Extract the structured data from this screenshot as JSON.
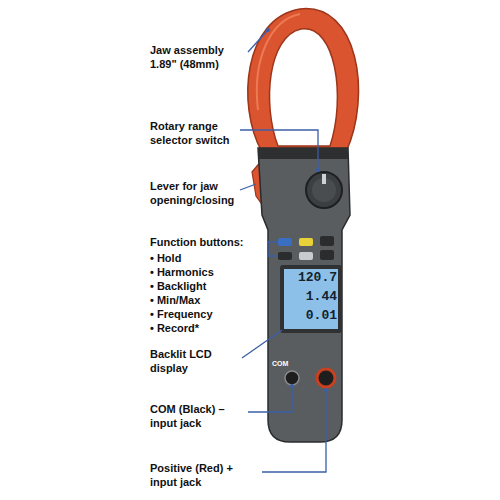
{
  "diagram": {
    "labels": [
      "Jaw assembly 1.89\" (48mm)",
      "Rotary range selector switch",
      "Lever for jaw opening/closing",
      "Function buttons:",
      "• Hold",
      "• Harmonics",
      "• Backlight",
      "• Min/Max",
      "• Frequency",
      "• Record*",
      "Backlit LCD display",
      "COM (Black) – input jack",
      "Positive (Red) + input jack",
      "120.7",
      "1.44",
      "0.01",
      "COM"
    ]
  }
}
